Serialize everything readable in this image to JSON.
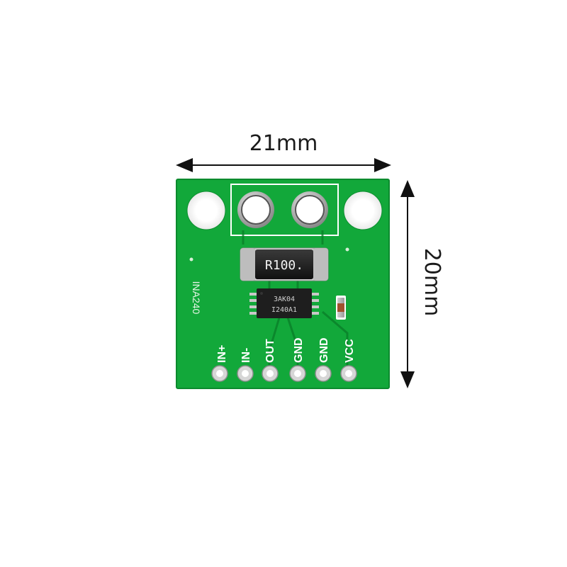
{
  "dimensions": {
    "width_label": "21mm",
    "height_label": "20mm"
  },
  "board": {
    "color": "#12a83a",
    "side_label": "INA240",
    "resistor_marking": "R100.",
    "chip_line1": "3AK04",
    "chip_line2": "I240A1",
    "pins": [
      "IN+",
      "IN-",
      "OUT",
      "GND",
      "GND",
      "VCC"
    ]
  },
  "colors": {
    "silkscreen": "#ffffff",
    "copper_pad": "#c8c8c8",
    "ic_body": "#1e1e1e"
  }
}
